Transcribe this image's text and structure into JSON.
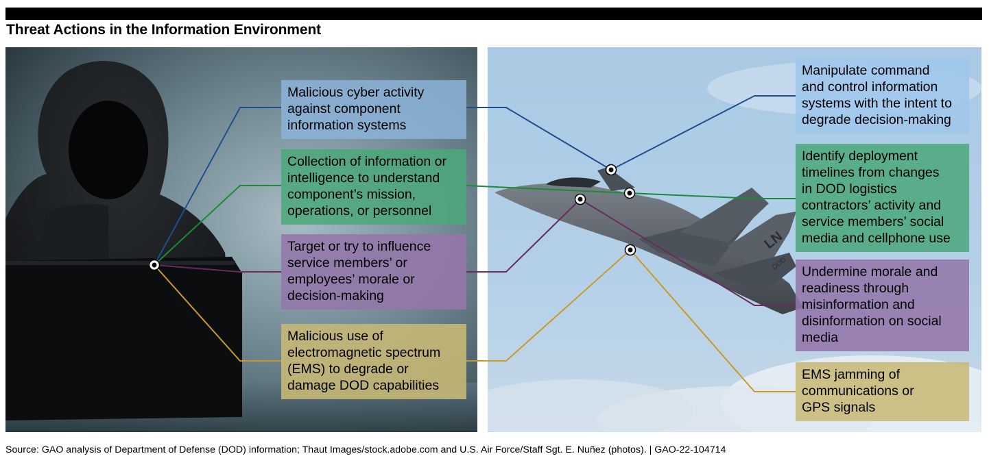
{
  "title": "Threat Actions in the Information Environment",
  "left_callouts": [
    {
      "lines": [
        "Malicious cyber activity",
        "against component",
        "information systems"
      ],
      "color": "#1d4f8f"
    },
    {
      "lines": [
        "Collection of information or",
        "intelligence to understand",
        "component’s mission,",
        "operations, or personnel"
      ],
      "color": "#1a8a3a"
    },
    {
      "lines": [
        "Target or try to influence",
        "service members’ or",
        "employees’ morale or",
        "decision-making"
      ],
      "color": "#6b2a5e"
    },
    {
      "lines": [
        "Malicious use of",
        "electromagnetic spectrum",
        "(EMS) to degrade or",
        "damage DOD capabilities"
      ],
      "color": "#c9992a"
    }
  ],
  "right_callouts": [
    {
      "lines": [
        "Manipulate command",
        "and control information",
        "systems with the intent to",
        "degrade decision-making"
      ],
      "color": "#1d4f8f"
    },
    {
      "lines": [
        "Identify deployment",
        "timelines from changes",
        "in DOD logistics",
        "contractors’ activity and",
        "service members’ social",
        "media and cellphone use"
      ],
      "color": "#1a8a3a"
    },
    {
      "lines": [
        "Undermine morale and",
        "readiness through",
        "misinformation and",
        "disinformation on social",
        "media"
      ],
      "color": "#6b2a5e"
    },
    {
      "lines": [
        "EMS jamming of",
        "communications or",
        "GPS signals"
      ],
      "color": "#c9992a"
    }
  ],
  "source": "Source: GAO analysis of Department of Defense (DOD) information; Thaut Images/stock.adobe.com and U.S. Air Force/Staff Sgt. E. Nuñez (photos).  |  GAO-22-104714",
  "tail_markings": "LN",
  "tail_number": "DOD"
}
